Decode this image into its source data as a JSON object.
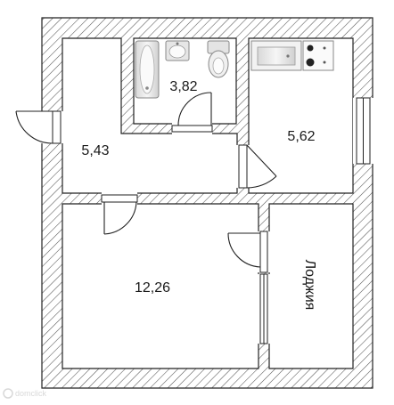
{
  "rooms": {
    "bathroom": {
      "area": "3,82"
    },
    "hall": {
      "area": "5,43"
    },
    "kitchen": {
      "area": "5,62"
    },
    "living_room": {
      "area": "12,26"
    },
    "loggia": {
      "label": "Лоджия"
    }
  },
  "watermark": {
    "text": "domclick"
  },
  "icons": {
    "walls": "hatched-wall",
    "door": "door-swing-icon",
    "window": "window-icon",
    "bathtub": "bathtub-icon",
    "sink": "sink-icon",
    "toilet": "toilet-icon",
    "kitchen_counter": "kitchen-sink-icon",
    "stove": "stove-icon"
  },
  "colors": {
    "wall_line": "#222222",
    "hatch": "#555555",
    "fixture": "#999999"
  }
}
